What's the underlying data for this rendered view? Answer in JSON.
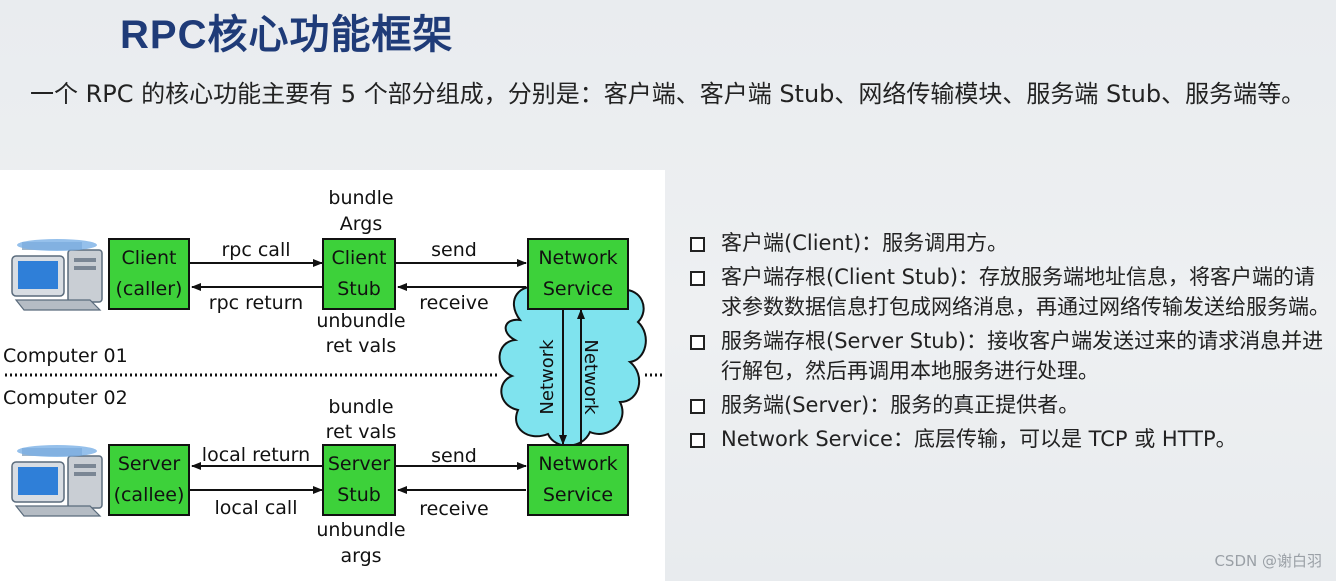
{
  "title": "RPC核心功能框架",
  "intro": "一个 RPC 的核心功能主要有 5 个部分组成，分别是：客户端、客户端 Stub、网络传输模块、服务端 Stub、服务端等。",
  "diagram": {
    "client_box": [
      "Client",
      "(caller)"
    ],
    "client_stub_box": [
      "Client",
      "Stub"
    ],
    "server_box": [
      "Server",
      "(callee)"
    ],
    "server_stub_box": [
      "Server",
      "Stub"
    ],
    "network_service_box": [
      "Network",
      "Service"
    ],
    "rpc_call": "rpc call",
    "rpc_return": "rpc return",
    "send": "send",
    "receive": "receive",
    "local_return": "local return",
    "local_call": "local call",
    "bundle_args": [
      "bundle",
      "Args"
    ],
    "unbundle_ret_vals": [
      "unbundle",
      "ret vals"
    ],
    "bundle_ret_vals": [
      "bundle",
      "ret vals"
    ],
    "unbundle_args": [
      "unbundle",
      "args"
    ],
    "computer_01": "Computer 01",
    "computer_02": "Computer 02",
    "network": "Network"
  },
  "bullets": [
    "客户端(Client)：服务调用方。",
    "客户端存根(Client Stub)：存放服务端地址信息，将客户端的请求参数数据信息打包成网络消息，再通过网络传输发送给服务端。",
    "服务端存根(Server Stub)：接收客户端发送过来的请求消息并进行解包，然后再调用本地服务进行处理。",
    "服务端(Server)：服务的真正提供者。",
    "Network Service：底层传输，可以是 TCP 或 HTTP。"
  ],
  "watermark": "CSDN @谢白羽",
  "colors": {
    "title": "#1f3b78",
    "box": "#3dd13a",
    "cloud": "#7fe3ee"
  }
}
